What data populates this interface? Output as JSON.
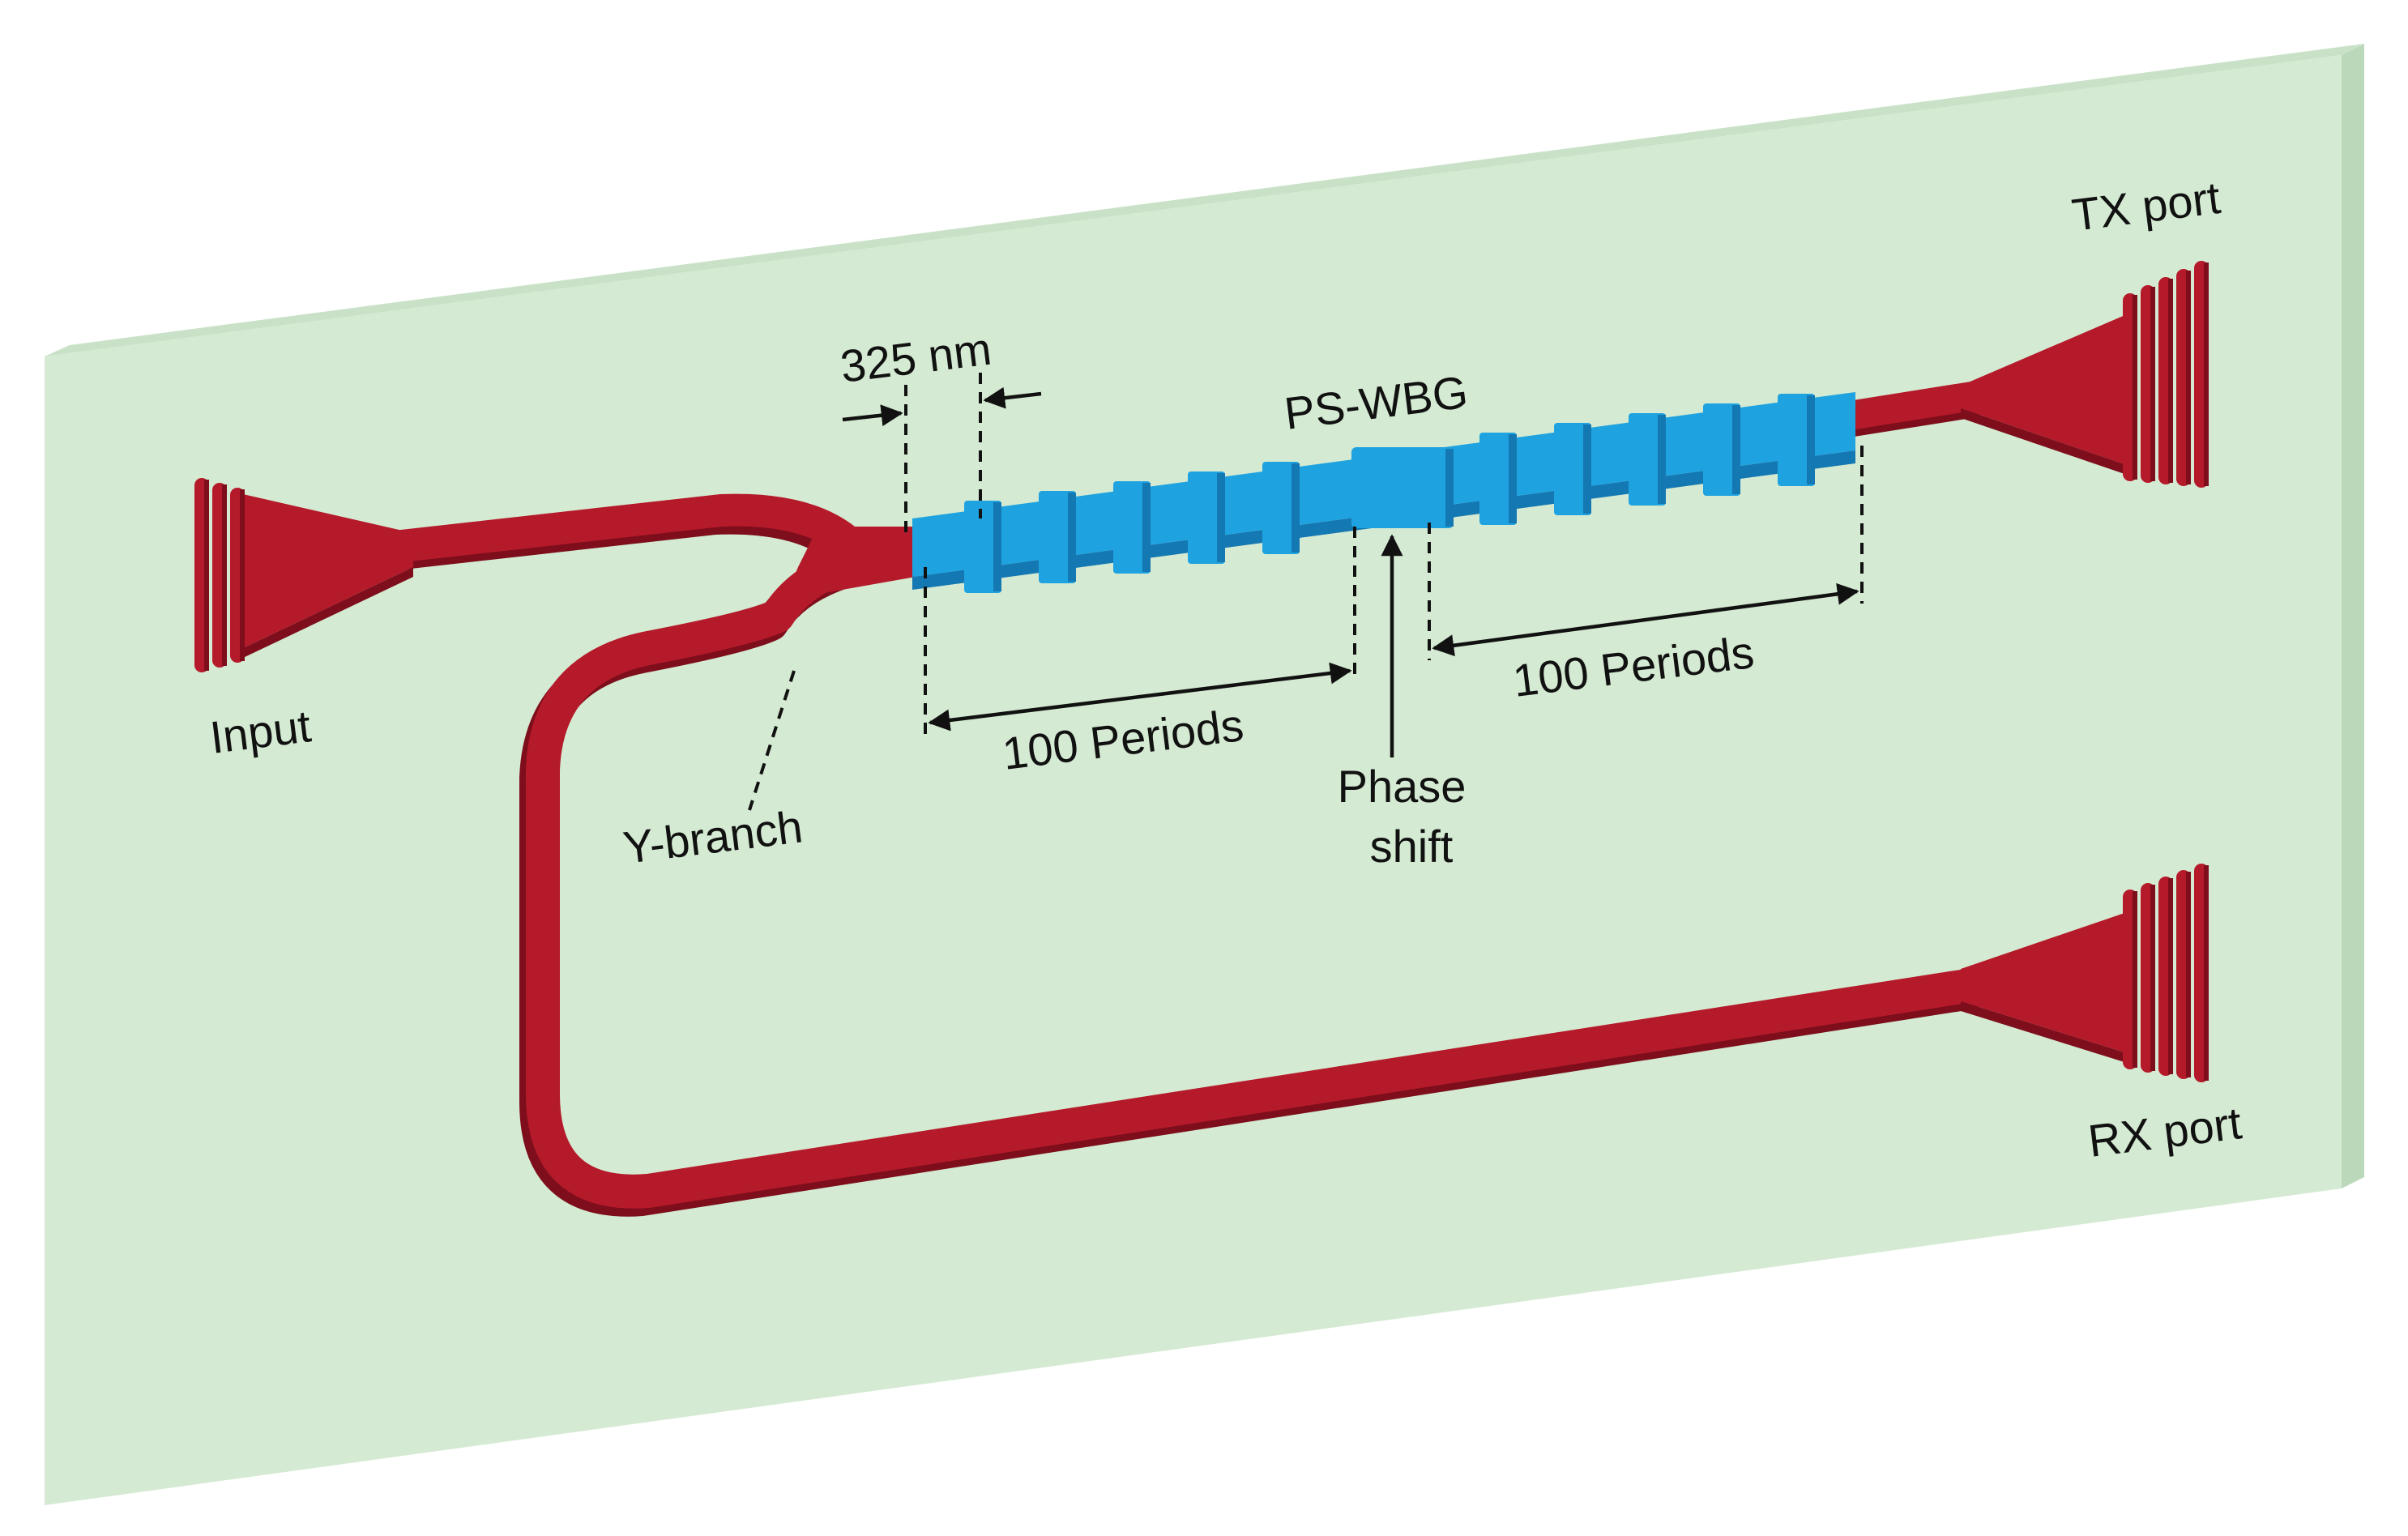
{
  "labels": {
    "input": "Input",
    "tx_port": "TX port",
    "rx_port": "RX port",
    "y_branch": "Y-branch",
    "ps_wbg": "PS-WBG",
    "period": "325 nm",
    "periods_left": "100 Periods",
    "periods_right": "100 Periods",
    "phase_1": "Phase",
    "phase_2": "shift"
  },
  "colors": {
    "substrate_face": "#d4ead2",
    "substrate_edge": "#bcd8ba",
    "waveguide": "#b51a2b",
    "waveguide_shadow": "#7e0e1b",
    "grating": "#1fa3e0",
    "grating_shadow": "#1478b3"
  }
}
